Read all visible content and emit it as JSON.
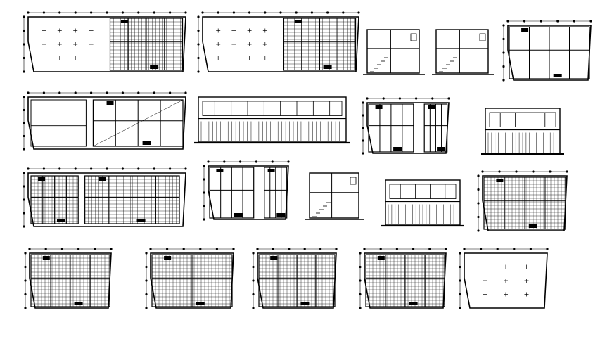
{
  "sheet": {
    "background": "#ffffff",
    "ink": "#000000",
    "drawings": [
      {
        "id": "plan-ground-floor-a",
        "kind": "floor-plan"
      },
      {
        "id": "plan-ground-floor-b",
        "kind": "floor-plan"
      },
      {
        "id": "section-a",
        "kind": "section"
      },
      {
        "id": "section-b",
        "kind": "section"
      },
      {
        "id": "plan-upper-small",
        "kind": "floor-plan"
      },
      {
        "id": "plan-first-floor",
        "kind": "floor-plan"
      },
      {
        "id": "elevation-front-long",
        "kind": "elevation"
      },
      {
        "id": "plan-first-floor-small",
        "kind": "floor-plan"
      },
      {
        "id": "elevation-side",
        "kind": "elevation"
      },
      {
        "id": "plan-tiled-long",
        "kind": "floor-plan"
      },
      {
        "id": "plan-mid-small",
        "kind": "floor-plan"
      },
      {
        "id": "section-c",
        "kind": "section"
      },
      {
        "id": "elevation-front-small",
        "kind": "elevation"
      },
      {
        "id": "plan-tiled-right",
        "kind": "floor-plan"
      },
      {
        "id": "plan-bottom-1",
        "kind": "floor-plan"
      },
      {
        "id": "plan-bottom-2",
        "kind": "floor-plan"
      },
      {
        "id": "plan-bottom-3",
        "kind": "floor-plan"
      },
      {
        "id": "plan-bottom-4",
        "kind": "floor-plan"
      },
      {
        "id": "plan-roof",
        "kind": "floor-plan"
      }
    ]
  }
}
